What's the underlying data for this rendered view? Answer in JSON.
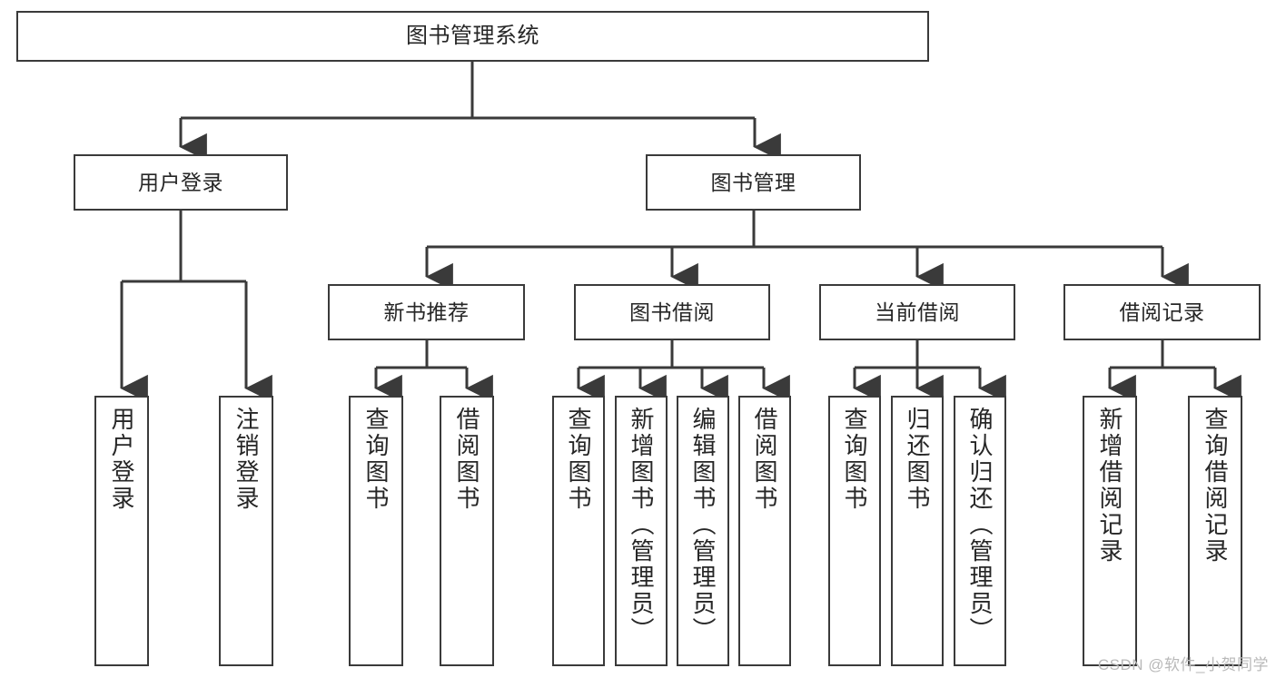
{
  "diagram": {
    "title": "图书管理系统",
    "type": "tree-hierarchy-chart",
    "colors": {
      "box_border": "#3a3a3a",
      "box_fill": "#ffffff",
      "connector": "#3a3a3a",
      "text": "#262626",
      "watermark": "#b9b9b9"
    },
    "root": {
      "label": "图书管理系统"
    },
    "level2": [
      {
        "label": "用户登录"
      },
      {
        "label": "图书管理"
      }
    ],
    "level3": [
      {
        "label": "新书推荐"
      },
      {
        "label": "图书借阅"
      },
      {
        "label": "当前借阅"
      },
      {
        "label": "借阅记录"
      }
    ],
    "leaves": {
      "user_login": [
        {
          "label": "用户登录"
        },
        {
          "label": "注销登录"
        }
      ],
      "new_book_recommend": [
        {
          "label": "查询图书"
        },
        {
          "label": "借阅图书"
        }
      ],
      "book_borrow": [
        {
          "label": "查询图书"
        },
        {
          "label": "新增图书（管理员）"
        },
        {
          "label": "编辑图书（管理员）"
        },
        {
          "label": "借阅图书"
        }
      ],
      "current_borrow": [
        {
          "label": "查询图书"
        },
        {
          "label": "归还图书"
        },
        {
          "label": "确认归还（管理员）"
        }
      ],
      "borrow_record": [
        {
          "label": "新增借阅记录"
        },
        {
          "label": "查询借阅记录"
        }
      ]
    }
  },
  "watermark": {
    "text": "CSDN @软件_小贺同学"
  }
}
